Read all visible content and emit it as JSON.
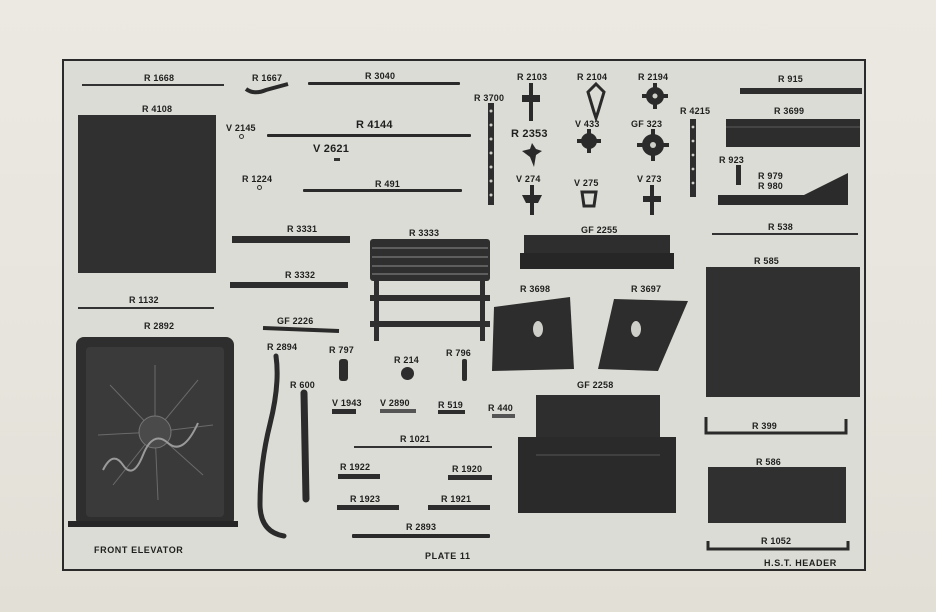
{
  "plate": {
    "caption_left": "FRONT ELEVATOR",
    "caption_center": "PLATE 11",
    "caption_right": "H.S.T. HEADER"
  },
  "parts": {
    "r1668": "R 1668",
    "r1667": "R 1667",
    "r3040": "R 3040",
    "r4108": "R 4108",
    "v2145": "V 2145",
    "r4144": "R 4144",
    "v2621": "V 2621",
    "r1224": "R 1224",
    "r491": "R 491",
    "r3700": "R 3700",
    "r2103": "R 2103",
    "r2104": "R 2104",
    "r2194": "R 2194",
    "r4215": "R 4215",
    "r915": "R 915",
    "r3699": "R 3699",
    "r2353": "R 2353",
    "v433": "V 433",
    "gf323": "GF 323",
    "r923": "R 923",
    "r979": "R 979",
    "r980": "R 980",
    "v274": "V 274",
    "v275": "V 275",
    "v273": "V 273",
    "r3331": "R 3331",
    "r3333": "R 3333",
    "gf2255": "GF 2255",
    "r538": "R 538",
    "r3332": "R 3332",
    "r585": "R 585",
    "r1132": "R 1132",
    "r3698": "R 3698",
    "r3697": "R 3697",
    "r2892": "R 2892",
    "gf2226": "GF 2226",
    "r2894": "R 2894",
    "r797": "R 797",
    "r214": "R 214",
    "r796": "R 796",
    "r600": "R 600",
    "gf2258": "GF 2258",
    "v1943": "V 1943",
    "v2890": "V 2890",
    "r519": "R 519",
    "r440": "R 440",
    "r399": "R 399",
    "r1021": "R 1021",
    "r1922": "R 1922",
    "r1920": "R 1920",
    "r586": "R 586",
    "r1923": "R 1923",
    "r1921": "R 1921",
    "r2893": "R 2893",
    "r1052": "R 1052"
  }
}
